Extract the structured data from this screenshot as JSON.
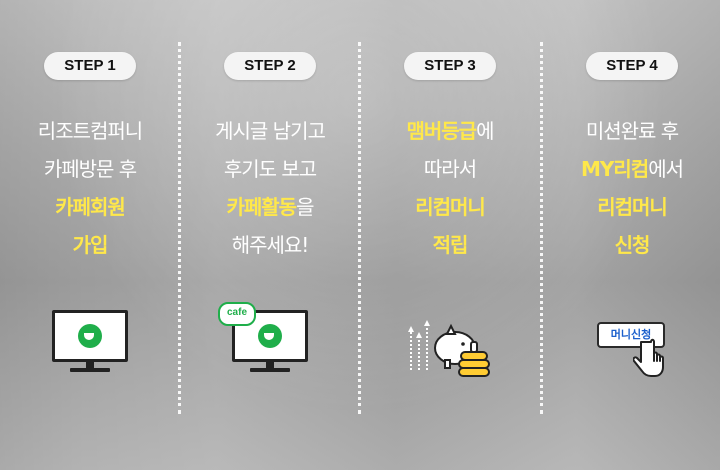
{
  "steps": [
    {
      "label": "STEP 1",
      "lines": [
        {
          "text": "리조트컴퍼니"
        },
        {
          "text": "카페방문 후"
        },
        {
          "text": "카페회원",
          "hl": true
        },
        {
          "text": "가입",
          "hl": true
        }
      ],
      "icon": "cafe-monitor-icon"
    },
    {
      "label": "STEP 2",
      "lines": [
        {
          "text": "게시글 남기고"
        },
        {
          "text": "후기도 보고"
        },
        {
          "hl_prefix": "카페활동",
          "suffix": "을"
        },
        {
          "text": "해주세요!"
        }
      ],
      "icon": "cafe-monitor-bubble-icon",
      "bubble_text": "cafe"
    },
    {
      "label": "STEP 3",
      "lines": [
        {
          "hl_prefix": "맴버등급",
          "suffix": "에"
        },
        {
          "text": "따라서"
        },
        {
          "text": "리컴머니",
          "hl": true
        },
        {
          "text": "적립",
          "hl": true
        }
      ],
      "icon": "piggy-bank-coins-icon"
    },
    {
      "label": "STEP 4",
      "lines": [
        {
          "text": "미션완료 후"
        },
        {
          "hl_prefix": "MY리컴",
          "suffix": "에서"
        },
        {
          "text": "리컴머니",
          "hl": true
        },
        {
          "text": "신청",
          "hl": true
        }
      ],
      "icon": "money-request-button-icon",
      "button_text": "머니신청"
    }
  ],
  "colors": {
    "highlight": "#ffe84a",
    "text": "#ffffff",
    "cafe_green": "#1fae4a",
    "pill_bg": "#f4f4f4"
  }
}
